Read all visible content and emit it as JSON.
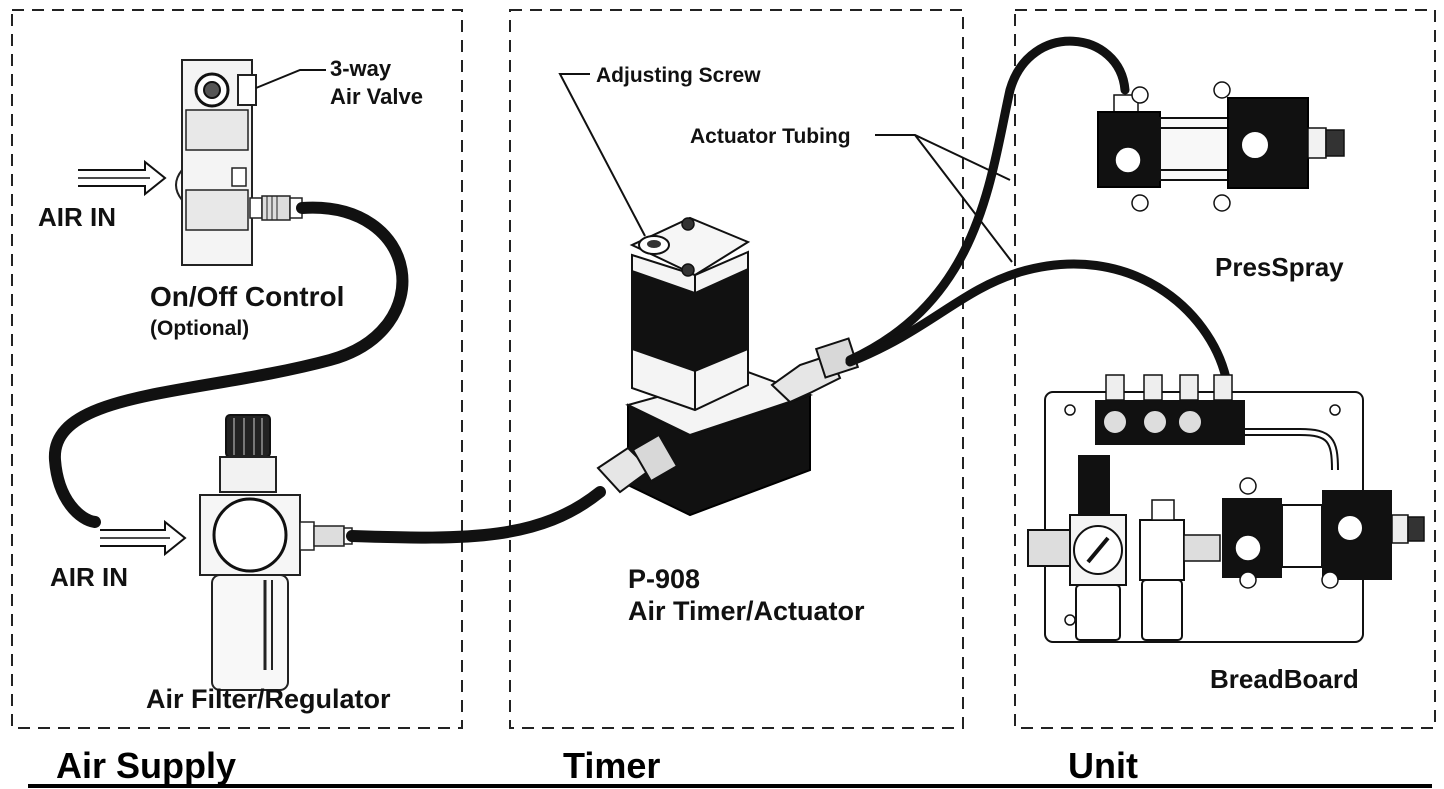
{
  "panels": {
    "air_supply": {
      "valve_label_line1": "3-way",
      "valve_label_line2": "Air Valve",
      "air_in_top": "AIR IN",
      "control_label": "On/Off Control",
      "control_sub": "(Optional)",
      "air_in_bottom": "AIR IN",
      "regulator_label": "Air Filter/Regulator"
    },
    "timer": {
      "screw_label": "Adjusting Screw",
      "tubing_label": "Actuator Tubing",
      "model": "P-908",
      "name": "Air Timer/Actuator"
    },
    "unit": {
      "presspray_label": "PresSpray",
      "breadboard_label": "BreadBoard"
    }
  },
  "sections": {
    "air_supply": "Air Supply",
    "timer": "Timer",
    "unit": "Unit"
  }
}
